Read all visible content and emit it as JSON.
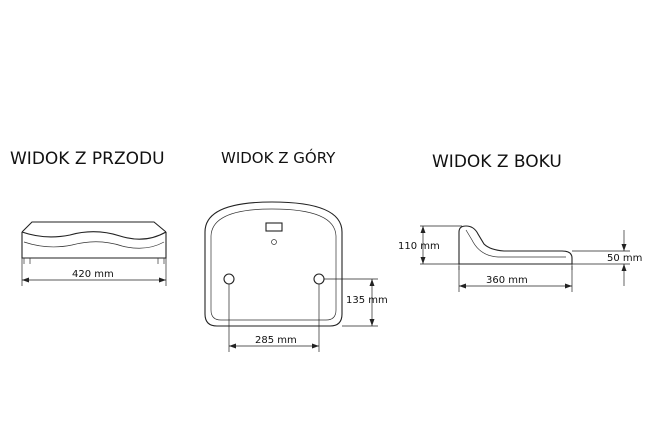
{
  "views": {
    "front": {
      "title": "WIDOK Z PRZODU",
      "width_label": "420 mm"
    },
    "top": {
      "title": "WIDOK Z GÓRY",
      "hole_spacing_label": "285 mm",
      "hole_offset_label": "135 mm"
    },
    "side": {
      "title": "WIDOK Z BOKU",
      "height_label": "110 mm",
      "length_label": "360 mm",
      "thickness_label": "50 mm"
    }
  },
  "colors": {
    "line": "#222222",
    "background": "#ffffff"
  }
}
